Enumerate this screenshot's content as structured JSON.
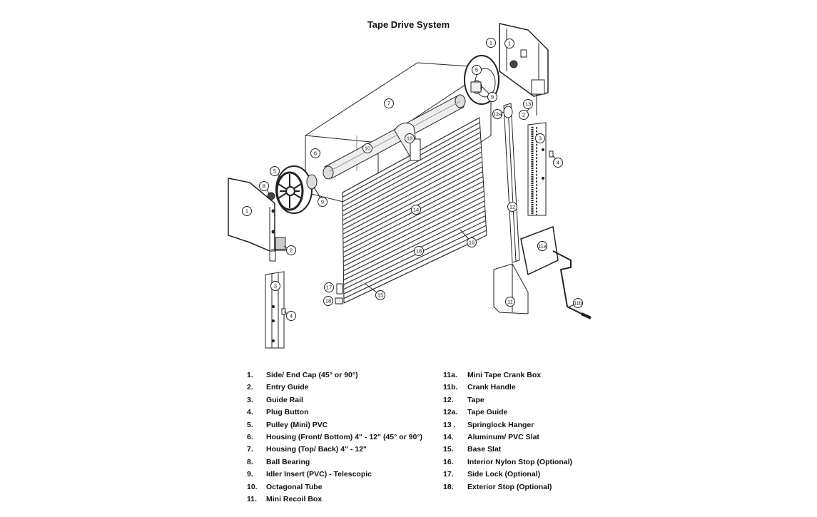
{
  "title": "Tape Drive System",
  "callouts": {
    "c1_left": "1",
    "c1_right": "1",
    "c2_left": "2",
    "c2_right": "2",
    "c3_left": "3",
    "c3_right": "3",
    "c4_left": "4",
    "c4_right": "4",
    "c5_left": "5",
    "c5_right": "5",
    "c6": "6",
    "c7": "7",
    "c8": "8",
    "c9_left": "9",
    "c9_right": "9",
    "c10": "10",
    "c11": "11",
    "c11a": "11a",
    "c11b": "11b",
    "c12": "12",
    "c12a": "12a",
    "c13": "13",
    "c14": "14",
    "c15": "15",
    "c16": "16",
    "c17": "17",
    "c18_stop": "18",
    "c18_slat": "18"
  },
  "legend_left": [
    {
      "num": "1.",
      "label": "Side/ End Cap (45° or 90°)"
    },
    {
      "num": "2.",
      "label": "Entry Guide"
    },
    {
      "num": "3.",
      "label": "Guide Rail"
    },
    {
      "num": "4.",
      "label": "Plug Button"
    },
    {
      "num": "5.",
      "label": "Pulley (Mini) PVC"
    },
    {
      "num": "6.",
      "label": "Housing (Front/ Bottom) 4\" - 12\" (45° or 90°)"
    },
    {
      "num": "7.",
      "label": "Housing (Top/ Back) 4\" - 12\""
    },
    {
      "num": "8.",
      "label": "Ball Bearing"
    },
    {
      "num": "9.",
      "label": "Idler Insert (PVC) - Telescopic"
    },
    {
      "num": "10.",
      "label": "Octagonal Tube"
    },
    {
      "num": "11.",
      "label": "Mini Recoil Box"
    }
  ],
  "legend_right": [
    {
      "num": "11a.",
      "label": "Mini Tape Crank Box"
    },
    {
      "num": "11b.",
      "label": "Crank Handle"
    },
    {
      "num": "12.",
      "label": "Tape"
    },
    {
      "num": "12a.",
      "label": "Tape Guide"
    },
    {
      "num": "13 .",
      "label": "Springlock Hanger"
    },
    {
      "num": "14.",
      "label": "Aluminum/ PVC Slat"
    },
    {
      "num": "15.",
      "label": "Base Slat"
    },
    {
      "num": "16.",
      "label": "Interior Nylon Stop (Optional)"
    },
    {
      "num": "17.",
      "label": "Side Lock (Optional)"
    },
    {
      "num": "18.",
      "label": "Exterior Stop (Optional)"
    }
  ]
}
